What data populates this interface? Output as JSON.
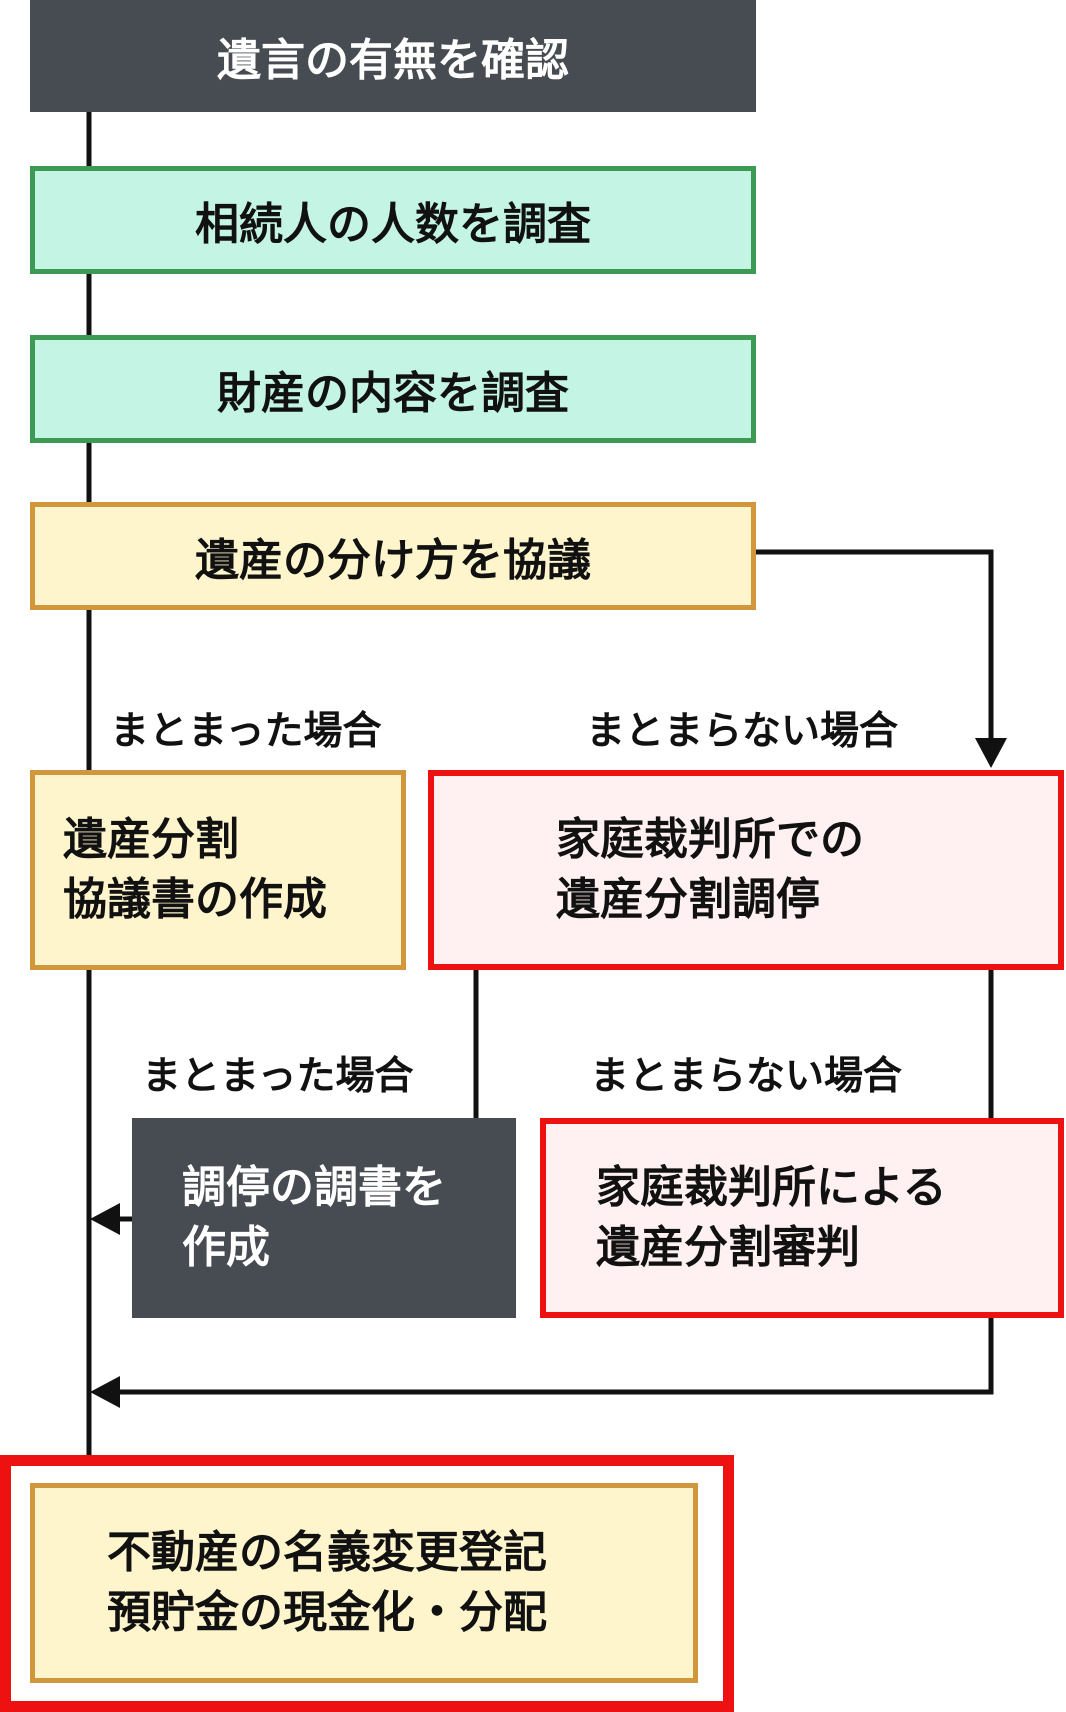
{
  "steps": {
    "check_will": "遺言の有無を確認",
    "heirs": "相続人の人数を調査",
    "assets": "財産の内容を調査",
    "discuss": "遺産の分け方を協議",
    "agreement_doc": "遺産分割\n協議書の作成",
    "mediation": "家庭裁判所での\n遺産分割調停",
    "mediation_record": "調停の調書を\n作成",
    "adjudication": "家庭裁判所による\n遺産分割審判",
    "final": "不動産の名義変更登記\n預貯金の現金化・分配"
  },
  "labels": {
    "agreed_1": "まとまった場合",
    "not_agreed_1": "まとまらない場合",
    "agreed_2": "まとまった場合",
    "not_agreed_2": "まとまらない場合"
  },
  "colors": {
    "dark": "#474c52",
    "green_border": "#3d9a55",
    "green_fill": "#c4f5e4",
    "yellow_border": "#d2973c",
    "yellow_fill": "#fff5cc",
    "red": "#ee1111",
    "pink_fill": "#fff0f1"
  }
}
